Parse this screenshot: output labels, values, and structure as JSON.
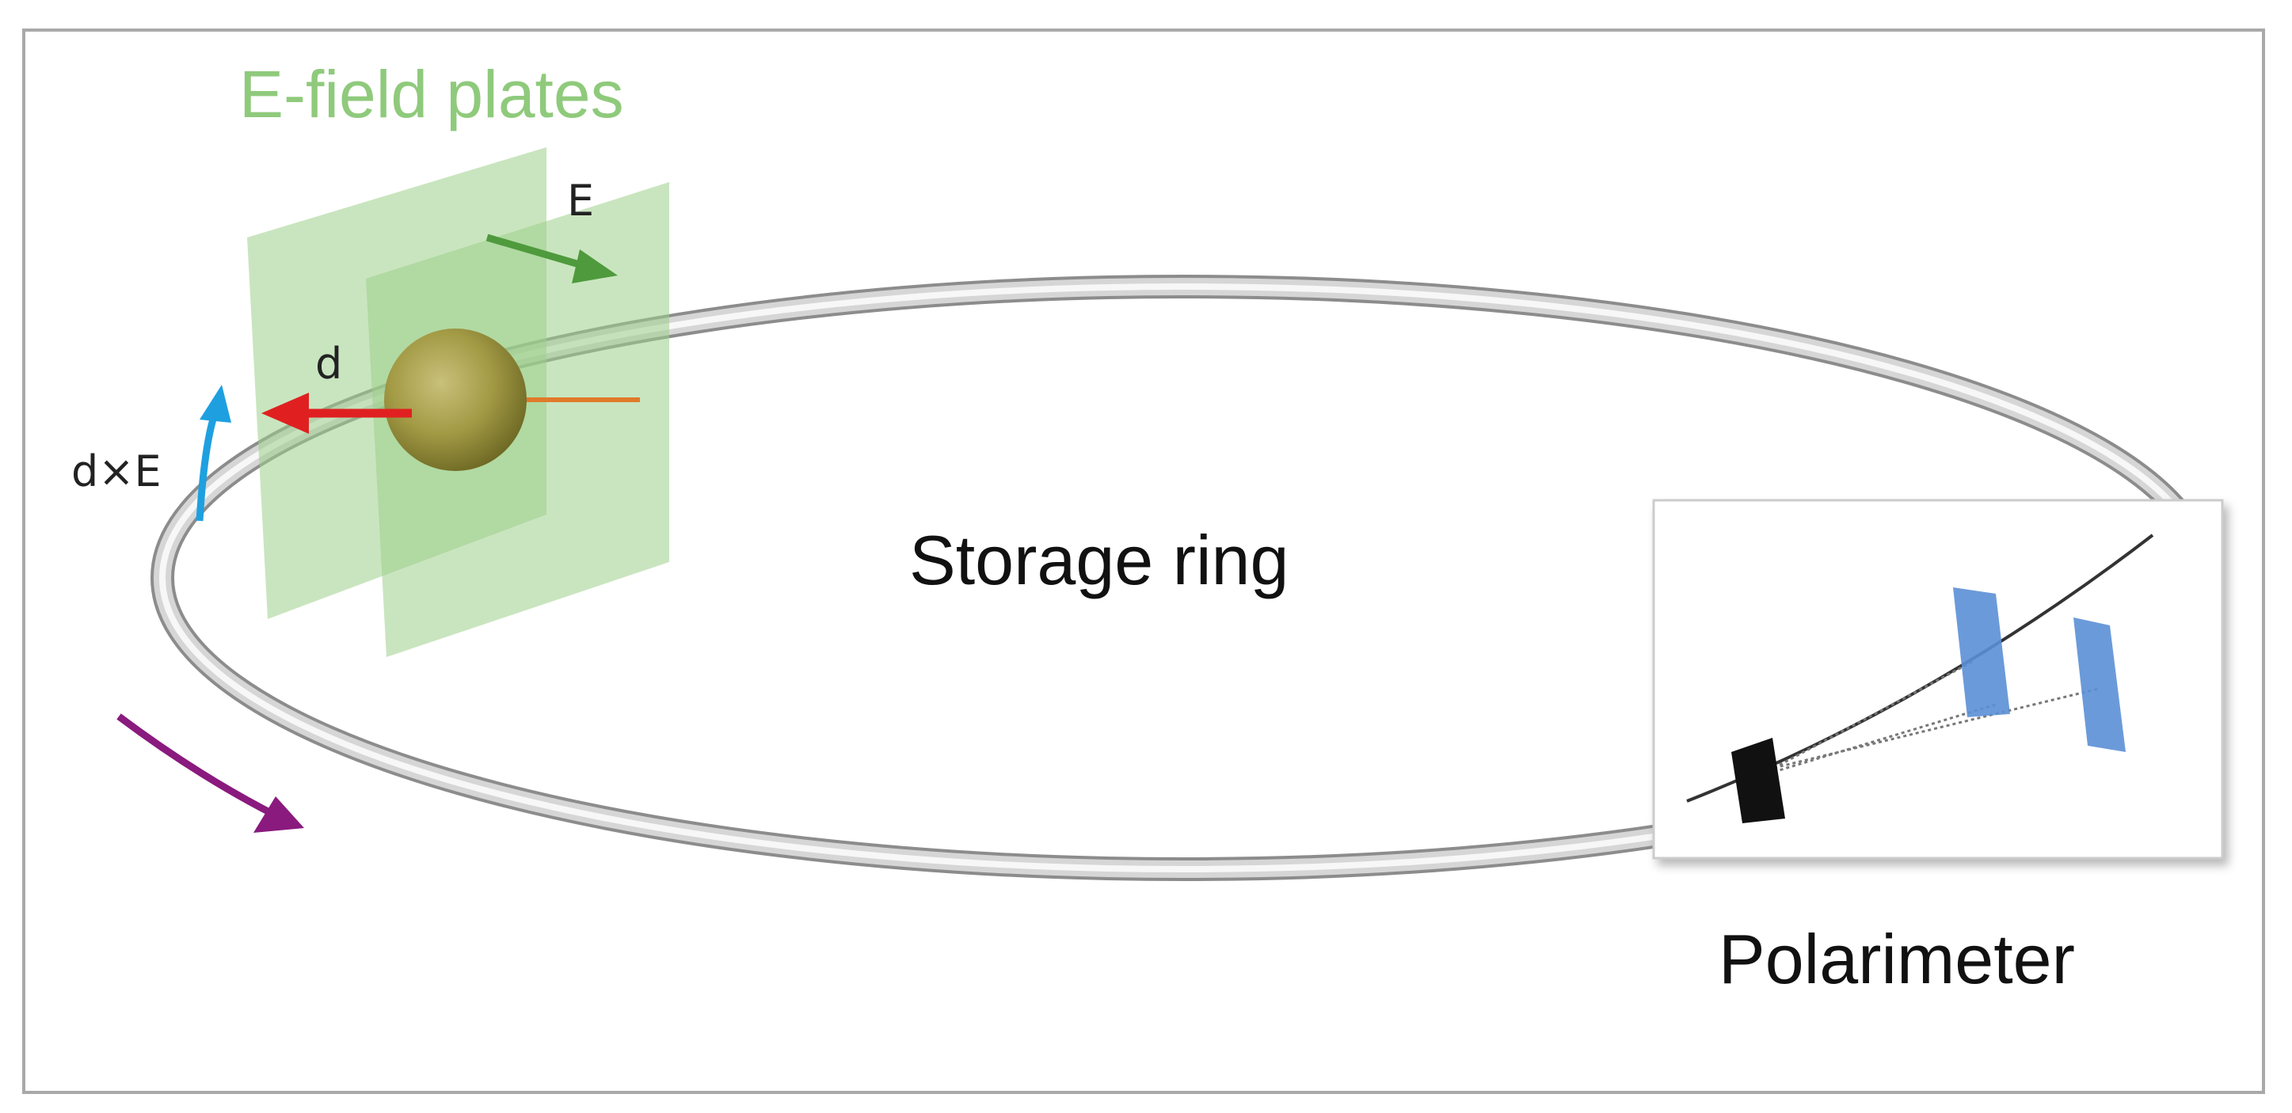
{
  "labels": {
    "efield_plates": "E-field plates",
    "e_vector": "E",
    "d_vector": "d",
    "dxe": "d×E",
    "storage_ring": "Storage ring",
    "polarimeter": "Polarimeter"
  },
  "colors": {
    "plate_green": "#9dd08a",
    "plate_text": "#8fca7c",
    "e_arrow": "#4e9a3c",
    "d_arrow": "#e02020",
    "dxe_arrow": "#1ea0e0",
    "direction_arrow": "#8a1a7e",
    "detector_blue": "#5b8fd6",
    "target_black": "#111111",
    "ring_gray": "#b9b9b9"
  },
  "icons": [
    "particle-sphere",
    "rotation-direction-arrow",
    "polarimeter-target",
    "polarimeter-detector"
  ]
}
